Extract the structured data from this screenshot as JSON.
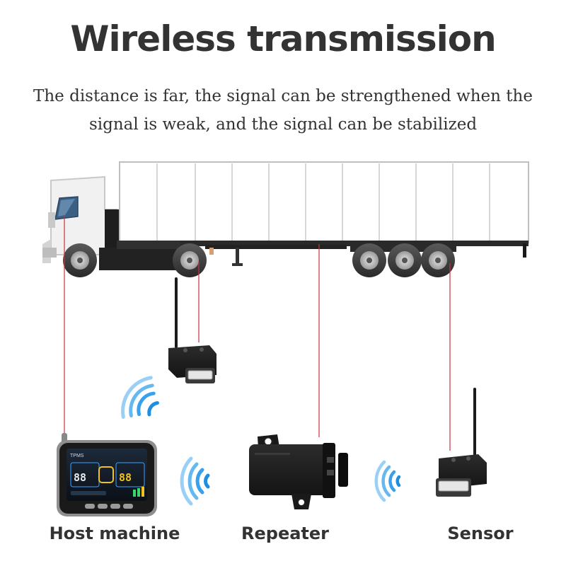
{
  "header": {
    "title": "Wireless transmission",
    "subtitle": "The distance is far, the signal can be strengthened when the signal is weak, and the signal can be stabilized"
  },
  "device_labels": {
    "host": "Host machine",
    "repeater": "Repeater",
    "sensor": "Sensor"
  },
  "host_screen": {
    "brand": "TPMS",
    "reading_left": "88",
    "reading_right": "88"
  },
  "icons": [
    "truck-illustration",
    "wireless-signal-icon",
    "host-monitor-icon",
    "repeater-icon",
    "sensor-icon",
    "antenna-icon"
  ],
  "colors": {
    "connector_line": "#c8323c",
    "signal_blue": "#1e8fe0",
    "text": "#333333"
  }
}
